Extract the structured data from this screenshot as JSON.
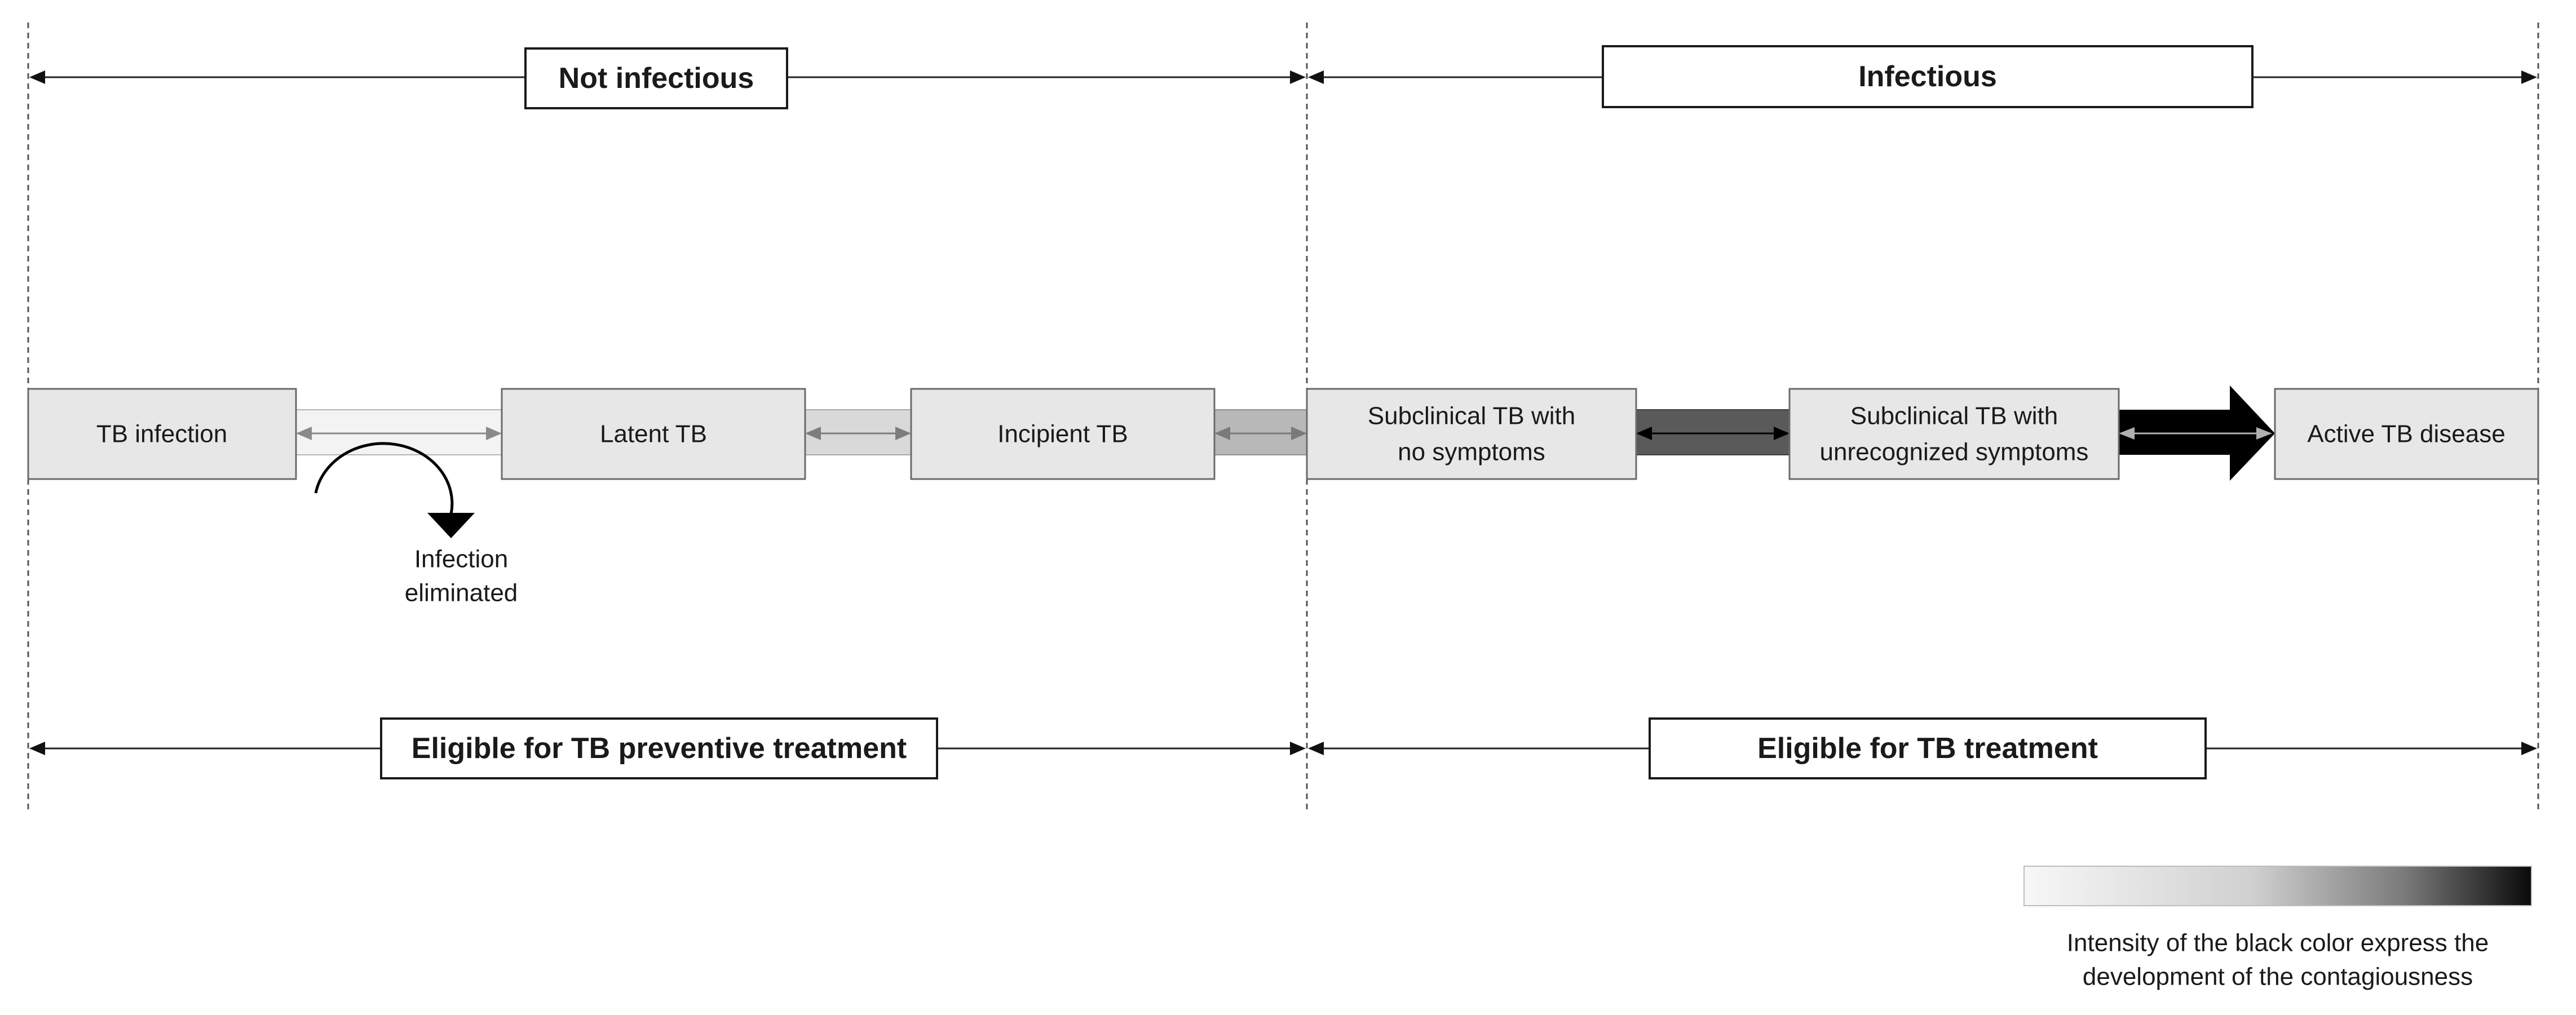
{
  "top": {
    "not_infectious": "Not infectious",
    "infectious": "Infectious"
  },
  "bottom": {
    "preventive": "Eligible for TB preventive treatment",
    "treatment": "Eligible for TB treatment"
  },
  "stages": {
    "tb_infection": "TB infection",
    "latent_tb": "Latent TB",
    "incipient_tb": "Incipient TB",
    "subclinical_no_symptoms": [
      "Subclinical TB with",
      "no symptoms"
    ],
    "subclinical_unrecognized": [
      "Subclinical TB with",
      "unrecognized symptoms"
    ],
    "active_tb": "Active TB disease"
  },
  "elimination": [
    "Infection",
    "eliminated"
  ],
  "legend": {
    "caption": [
      "Intensity of the black color express the",
      "development of the contagiousness"
    ]
  },
  "colors": {
    "box_fill": "#e8e7e7",
    "box_stroke": "#6b6b6b",
    "connector_light": "#f2f2f2",
    "connector_mid": "#d6d6d6",
    "connector_gray": "#b3b3b3",
    "connector_dark": "#595959",
    "connector_black": "#000000"
  }
}
